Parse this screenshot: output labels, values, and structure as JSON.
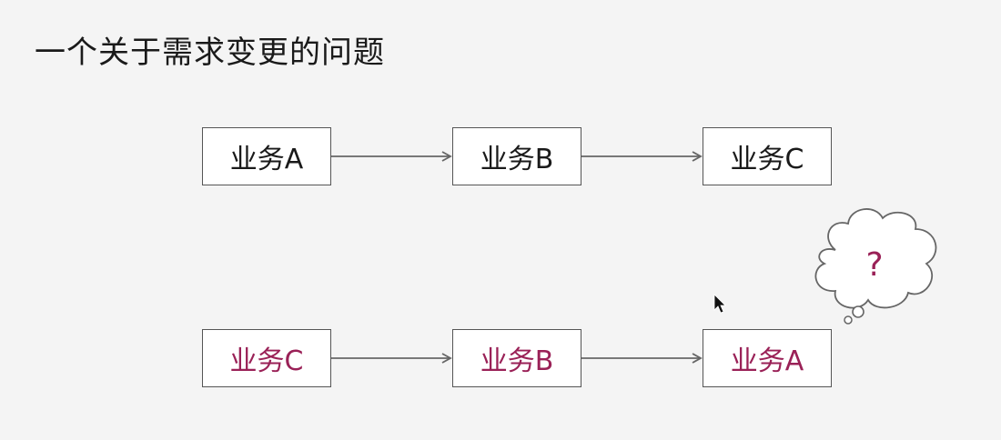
{
  "slide": {
    "title": "一个关于需求变更的问题"
  },
  "row1": {
    "boxes": [
      "业务A",
      "业务B",
      "业务C"
    ]
  },
  "row2": {
    "boxes": [
      "业务C",
      "业务B",
      "业务A"
    ]
  },
  "thought_bubble": {
    "text": "?"
  },
  "colors": {
    "background": "#f4f4f4",
    "text_primary": "#1a1a1a",
    "text_highlight": "#9a2157",
    "box_border": "#555555",
    "arrow": "#666666"
  },
  "icons": [
    "thought-bubble-icon",
    "mouse-cursor-icon"
  ]
}
